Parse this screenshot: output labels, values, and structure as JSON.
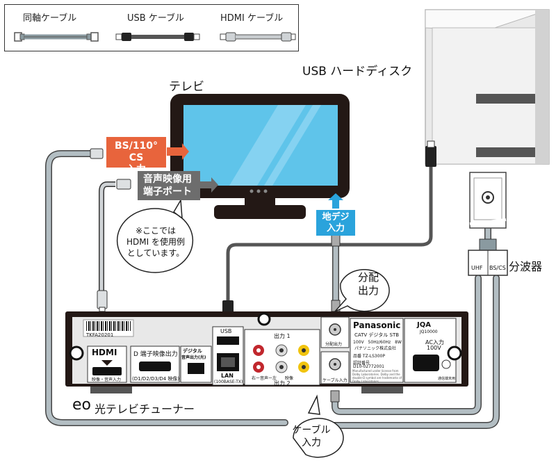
{
  "legend": {
    "coax_label": "同軸ケーブル",
    "usb_label": "USB ケーブル",
    "hdmi_label": "HDMI ケーブル"
  },
  "labels": {
    "tv": "テレビ",
    "usb_hdd": "USB ハードディスク",
    "splitter": "分波器",
    "tuner": "光テレビチューナー",
    "eo_logo": "eo"
  },
  "tv_inputs": {
    "bs_line1": "BS/110° CS",
    "bs_line2": "入力",
    "av_line1": "音声映像用",
    "av_line2": "端子ポート",
    "digital_line1": "地デジ",
    "digital_line2": "入力"
  },
  "bubbles": {
    "note_line1": "※ここでは",
    "note_line2": "HDMI を使用例",
    "note_line3": "としています。",
    "dist_line1": "分配",
    "dist_line2": "出力",
    "cable_line1": "ケーブル",
    "cable_line2": "入力"
  },
  "splitter_ports": {
    "uhf": "UHF",
    "bscs": "BS/CS"
  },
  "panel": {
    "serial": "TKFA20201",
    "hdmi_title": "HDMI",
    "hdmi_sub": "映像・音声入力",
    "d_title": "D 端子映像出力",
    "d_sub": "(D1/D2/D3/D4 映像)",
    "digital_title_1": "デジタル",
    "digital_title_2": "音声出力(光)",
    "usb": "USB",
    "lan": "LAN",
    "lan_sub": "(100BASE-TX)",
    "out1": "出力 1",
    "out2": "出力 2",
    "rca_sub": "右ー音声ー左　　映像",
    "dist_out": "分配出力",
    "cable_in": "ケーブル入力",
    "brand": "Panasonic",
    "model": "CATV デジタル STB",
    "power_spec": "100V　50Hz/60Hz　8W",
    "maker": "パナソニック株式会社",
    "product_no": "品番 TZ-LS300P",
    "cert_label": "認証番号",
    "cert_no": "D10-02772001",
    "fine_print": "Manufactured under license from Dolby Laboratories. Dolby and the double-D symbol are trademarks of Dolby Laboratories.",
    "jqa": "JQA",
    "jqa_no": "JQ10000",
    "ac_line1": "AC入力",
    "ac_line2": "100V",
    "ground": "通信端末用"
  }
}
